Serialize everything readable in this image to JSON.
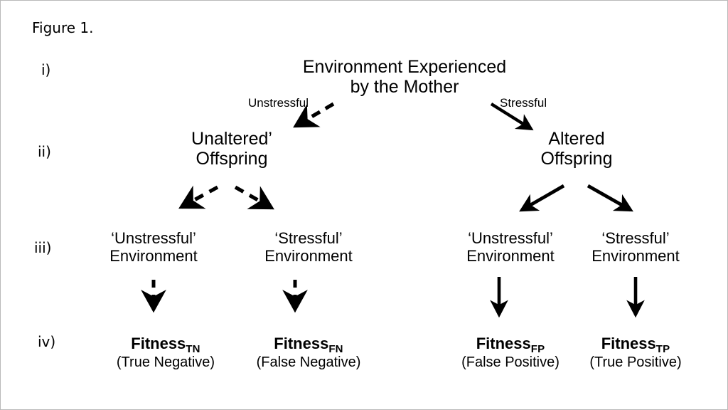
{
  "figure": {
    "caption": "Figure 1.",
    "background_color": "#ffffff",
    "ink_color": "#000000",
    "border_color": "#b9b9b9"
  },
  "levels": [
    {
      "key": "i",
      "label": "i)"
    },
    {
      "key": "ii",
      "label": "ii)"
    },
    {
      "key": "iii",
      "label": "iii)"
    },
    {
      "key": "iv",
      "label": "iv)"
    }
  ],
  "nodes": {
    "root": {
      "line1": "Environment Experienced",
      "line2": "by the Mother"
    },
    "offspring_left": {
      "line1": "Unaltered’",
      "line2": "Offspring"
    },
    "offspring_right": {
      "line1": "Altered",
      "line2": "Offspring"
    },
    "environments": [
      {
        "id": "tn",
        "line1": "‘Unstressful’",
        "line2": "Environment"
      },
      {
        "id": "fn",
        "line1": "‘Stressful’",
        "line2": "Environment"
      },
      {
        "id": "fp",
        "line1": "‘Unstressful’",
        "line2": "Environment"
      },
      {
        "id": "tp",
        "line1": "‘Stressful’",
        "line2": "Environment"
      }
    ],
    "fitness": [
      {
        "id": "tn",
        "base": "Fitness",
        "subscript": "TN",
        "expansion": "(True Negative)"
      },
      {
        "id": "fn",
        "base": "Fitness",
        "subscript": "FN",
        "expansion": "(False Negative)"
      },
      {
        "id": "fp",
        "base": "Fitness",
        "subscript": "FP",
        "expansion": "(False Positive)"
      },
      {
        "id": "tp",
        "base": "Fitness",
        "subscript": "TP",
        "expansion": "(True Positive)"
      }
    ]
  },
  "edge_labels": {
    "unstressful": "Unstressful",
    "stressful": "Stressful"
  },
  "edges": [
    {
      "from": "root",
      "to": "offspring_left",
      "style": "dashed",
      "label": "Unstressful"
    },
    {
      "from": "root",
      "to": "offspring_right",
      "style": "solid",
      "label": "Stressful"
    },
    {
      "from": "offspring_left",
      "to": "env_tn",
      "style": "dashed",
      "label": ""
    },
    {
      "from": "offspring_left",
      "to": "env_fn",
      "style": "dashed",
      "label": ""
    },
    {
      "from": "offspring_right",
      "to": "env_fp",
      "style": "solid",
      "label": ""
    },
    {
      "from": "offspring_right",
      "to": "env_tp",
      "style": "solid",
      "label": ""
    },
    {
      "from": "env_tn",
      "to": "fitness_tn",
      "style": "dashed",
      "label": ""
    },
    {
      "from": "env_fn",
      "to": "fitness_fn",
      "style": "dashed",
      "label": ""
    },
    {
      "from": "env_fp",
      "to": "fitness_fp",
      "style": "solid",
      "label": ""
    },
    {
      "from": "env_tp",
      "to": "fitness_tp",
      "style": "solid",
      "label": ""
    }
  ]
}
